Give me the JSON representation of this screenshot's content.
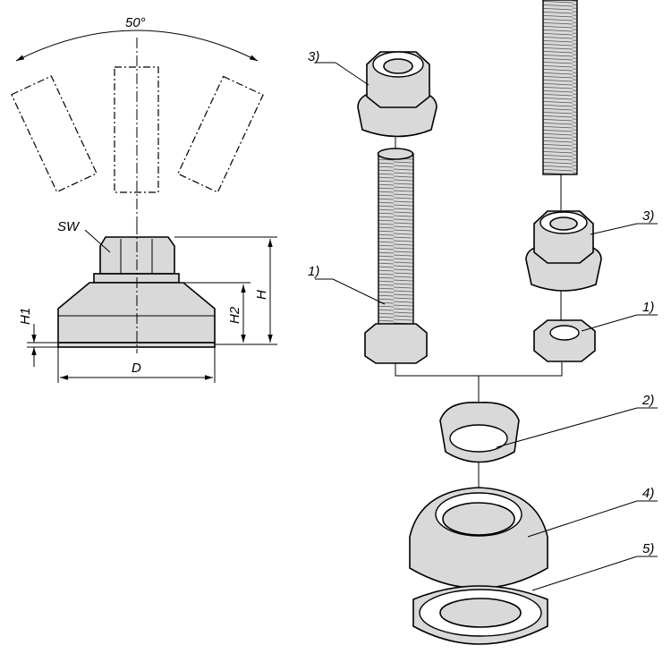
{
  "dimensions": {
    "angle": "50°",
    "wrench_size": "SW",
    "height": "H",
    "height_1": "H1",
    "height_2": "H2",
    "diameter": "D"
  },
  "callouts": {
    "nut_left": "3)",
    "bolt_left": "1)",
    "nut_right": "3)",
    "locknut_right": "1)",
    "clip": "2)",
    "base": "4)",
    "pad": "5)"
  }
}
